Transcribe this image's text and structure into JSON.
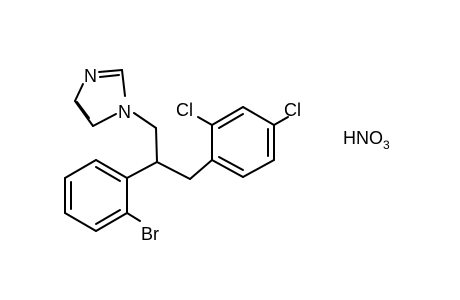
{
  "molecule": {
    "atoms": {
      "n_imine": "N",
      "n_imidazole": "N",
      "cl_ortho": "Cl",
      "cl_para": "Cl",
      "br": "Br"
    },
    "salt": {
      "prefix": "HNO",
      "subscript": "3"
    }
  },
  "colors": {
    "bond": "#000000",
    "text": "#000000",
    "background": "#ffffff"
  }
}
